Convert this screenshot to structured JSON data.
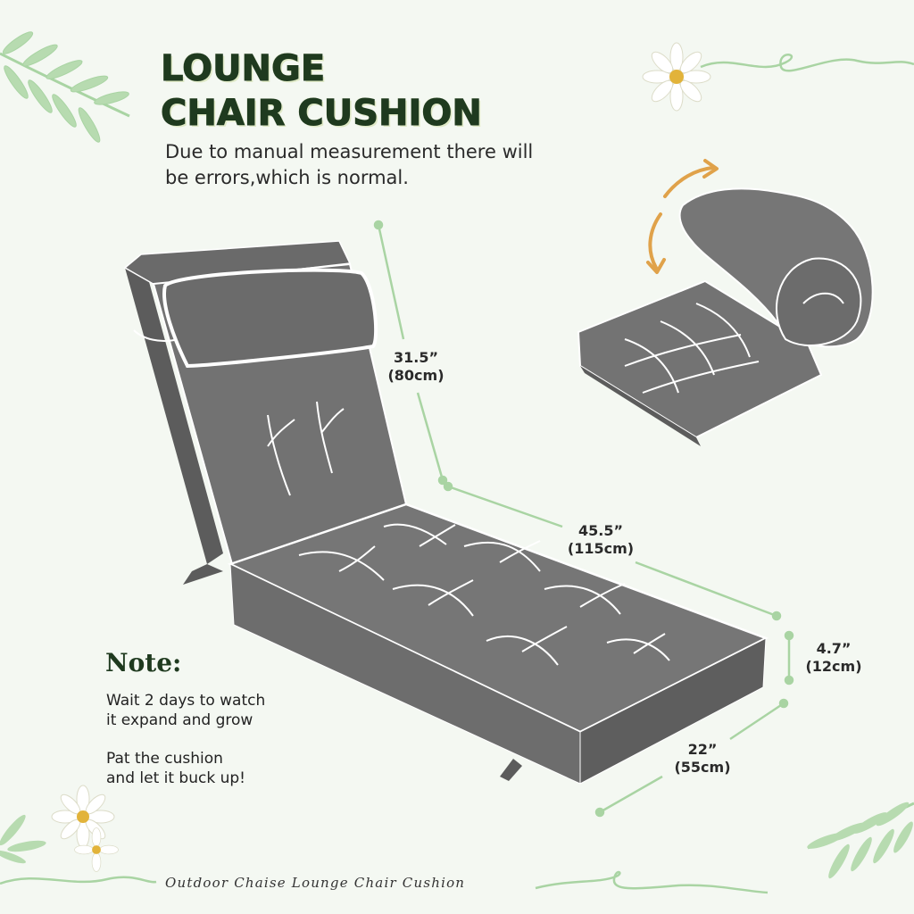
{
  "title": {
    "line1": "LOUNGE",
    "line2": "CHAIR CUSHION"
  },
  "subtitle": {
    "line1": "Due to manual measurement there will",
    "line2": "be errors,which is normal."
  },
  "dimensions": {
    "back": {
      "imperial": "31.5”",
      "metric": "(80cm)"
    },
    "length": {
      "imperial": "45.5”",
      "metric": "(115cm)"
    },
    "thickness": {
      "imperial": "4.7”",
      "metric": "(12cm)"
    },
    "width": {
      "imperial": "22”",
      "metric": "(55cm)"
    }
  },
  "note": {
    "heading": "Note:",
    "item1_line1": "Wait 2 days to watch",
    "item1_line2": "it expand and grow",
    "item2_line1": "Pat the cushion",
    "item2_line2": "and let it buck up!"
  },
  "caption": "Outdoor Chaise Lounge Chair Cushion",
  "colors": {
    "background": "#f4f8f2",
    "cushion": "#6f6f6f",
    "accent_green": "#a9d4a3",
    "arrow_orange": "#e0a24a",
    "title_text": "#1f3a1f"
  }
}
